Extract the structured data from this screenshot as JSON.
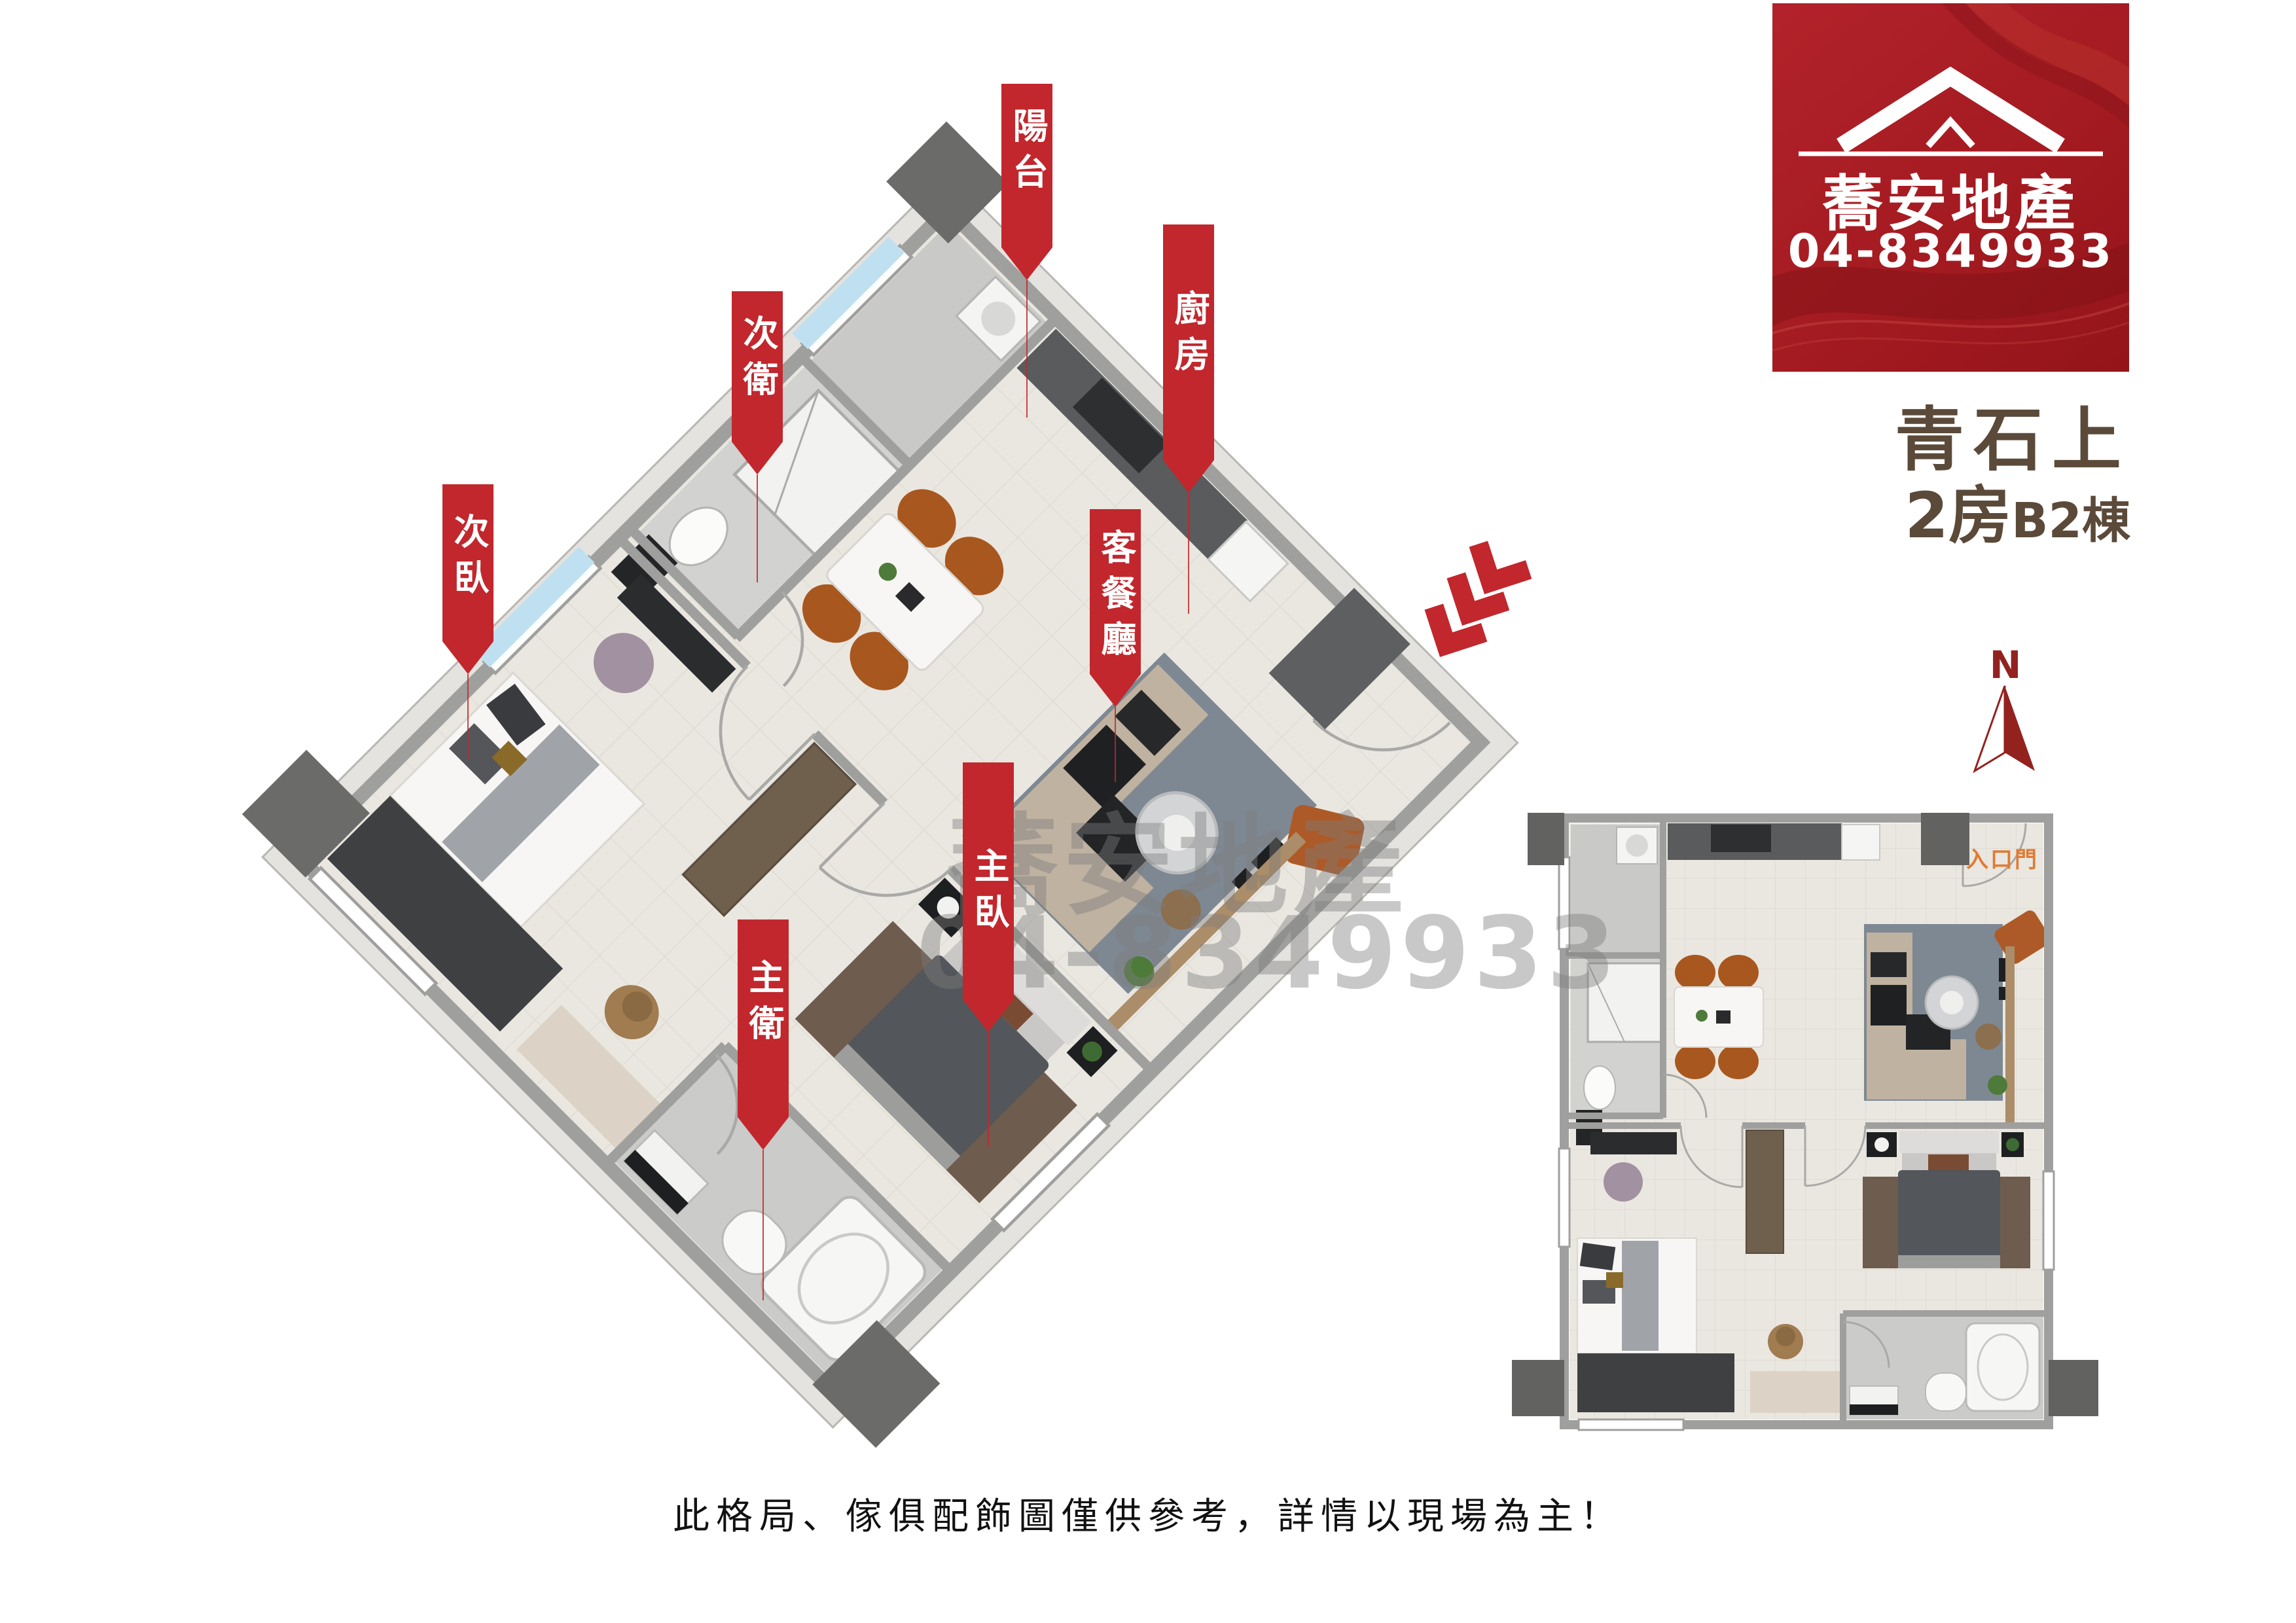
{
  "logo": {
    "brand": "蕎安地產",
    "phone": "04-8349933"
  },
  "project": {
    "name": "青石上",
    "rooms_big": "2房",
    "block_small": "B2棟"
  },
  "rooms": [
    {
      "label": "陽台"
    },
    {
      "label": "廚房"
    },
    {
      "label": "次衛"
    },
    {
      "label": "次臥"
    },
    {
      "label": "客餐廳"
    },
    {
      "label": "主臥"
    },
    {
      "label": "主衛"
    }
  ],
  "compass": {
    "label": "N"
  },
  "plan2d": {
    "entrance_label": "入口門"
  },
  "watermark": {
    "line1": "蕎安地產",
    "line2": "04-8349933"
  },
  "disclaimer": "此格局、傢俱配飾圖僅供參考，詳情以現場為主！",
  "colors": {
    "banner_red": "#C1272D",
    "logo_red": "#A41B21",
    "title_brown": "#5B4A39",
    "entrance_orange": "#E07B35",
    "compass_red": "#93221F",
    "wall_gray": "#9F9F9D",
    "floor_beige": "#EAE7E0",
    "window_blue": "#BFE0F0"
  }
}
